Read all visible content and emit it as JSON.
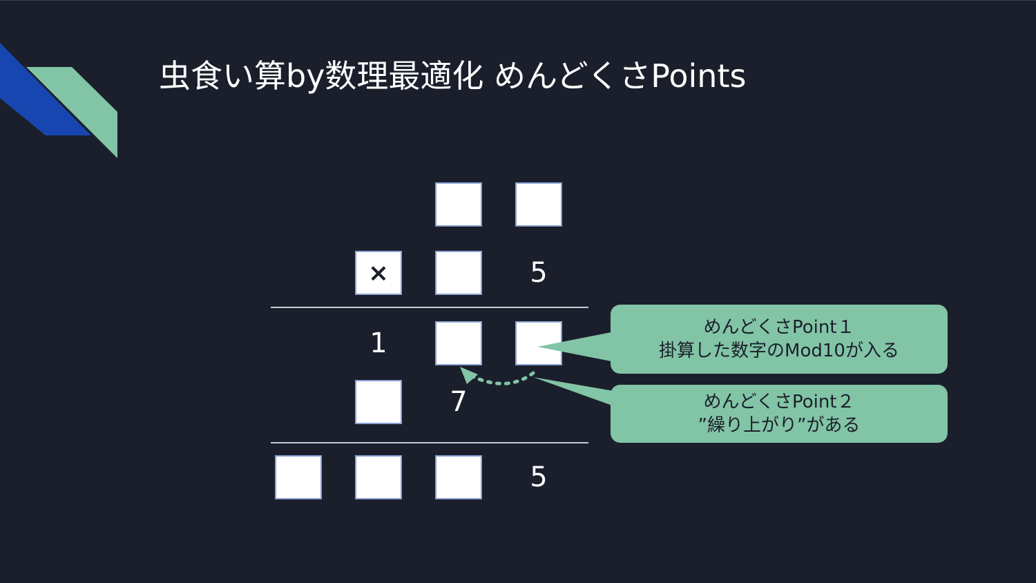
{
  "slide": {
    "title": "虫食い算by数理最適化 めんどくさPoints"
  },
  "puzzle": {
    "row1": [
      "",
      "",
      "□",
      "□"
    ],
    "row2": [
      "",
      "×",
      "□",
      "5"
    ],
    "row3": [
      "",
      "1",
      "□",
      "□"
    ],
    "row4": [
      "",
      "□",
      "7",
      ""
    ],
    "row5": [
      "□",
      "□",
      "□",
      "5"
    ]
  },
  "callouts": [
    {
      "title": "めんどくさPoint１",
      "body": "掛算した数字のMod10が入る"
    },
    {
      "title": "めんどくさPoint２",
      "body": "”繰り上がり”がある"
    }
  ],
  "colors": {
    "background": "#1b1f2b",
    "accent_green": "#82c4a6",
    "accent_blue": "#1746b0",
    "box_border": "#8aa3d6"
  },
  "icons": {
    "carry_arrow": "dotted-arc-arrow"
  }
}
